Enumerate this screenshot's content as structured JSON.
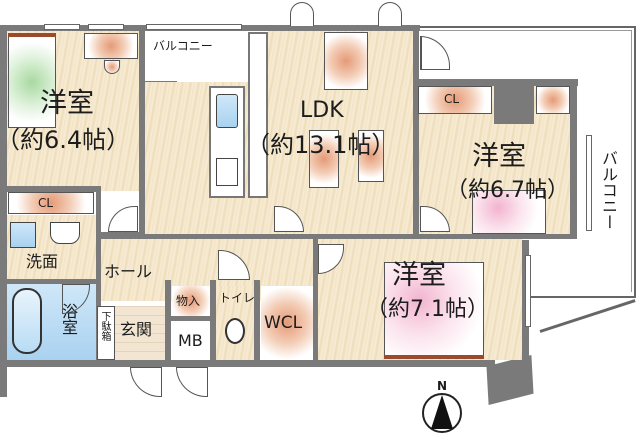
{
  "floorplan": {
    "rooms": {
      "western_room_nw": {
        "name": "洋室",
        "size": "（約6.4帖）"
      },
      "ldk": {
        "name": "LDK",
        "size": "（約13.1帖）"
      },
      "western_room_e": {
        "name": "洋室",
        "size": "（約6.7帖）"
      },
      "western_room_se": {
        "name": "洋室",
        "size": "（約7.1帖）"
      }
    },
    "labels": {
      "balcony_top": "バルコニー",
      "balcony_right": "バルコニー",
      "closet_nw": "CL",
      "closet_e": "CL",
      "washroom": "洗面",
      "bathroom": "浴室",
      "hall": "ホール",
      "shoe_box": "下駄箱",
      "entrance": "玄関",
      "storage": "物入",
      "meter_box": "MB",
      "toilet": "トイレ",
      "walk_in_closet": "WCL"
    },
    "compass": {
      "label": "N"
    },
    "colors": {
      "wall": "#7a7a7a",
      "floor_wood": "#f3e3c3",
      "accent_furniture": "#e59a77",
      "bath_blue": "#a9d2f0"
    }
  }
}
